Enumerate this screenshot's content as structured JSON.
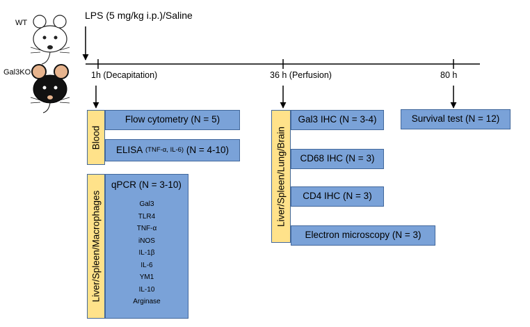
{
  "mice": {
    "wt_label": "WT",
    "ko_label": "Gal3KO"
  },
  "treatment": "LPS (5 mg/kg i.p.)/Saline",
  "timeline": [
    {
      "label": "1h (Decapitation)"
    },
    {
      "label": "36 h (Perfusion)"
    },
    {
      "label": "80 h"
    }
  ],
  "group1": {
    "blood_label": "Blood",
    "flow": "Flow cytometry (N = 5)",
    "elisa_main": "ELISA",
    "elisa_detail": "(TNF-α, IL-6)",
    "elisa_n": "(N = 4-10)",
    "tissue_label": "Liver/Spleen/Macrophages",
    "qpcr_title": "qPCR (N = 3-10)",
    "genes": [
      "Gal3",
      "TLR4",
      "TNF-α",
      "iNOS",
      "IL-1β",
      "IL-6",
      "YM1",
      "IL-10",
      "Arginase"
    ]
  },
  "group2": {
    "tissue_label": "Liver/Spleen/Lung/Brain",
    "assays": [
      "Gal3 IHC (N = 3-4)",
      "CD68 IHC (N = 3)",
      "CD4 IHC (N = 3)",
      "Electron microscopy (N = 3)"
    ]
  },
  "group3": {
    "survival": "Survival test (N = 12)"
  },
  "colors": {
    "box_fill": "#7aa2d8",
    "box_border": "#41679b",
    "label_fill": "#ffe28a"
  }
}
